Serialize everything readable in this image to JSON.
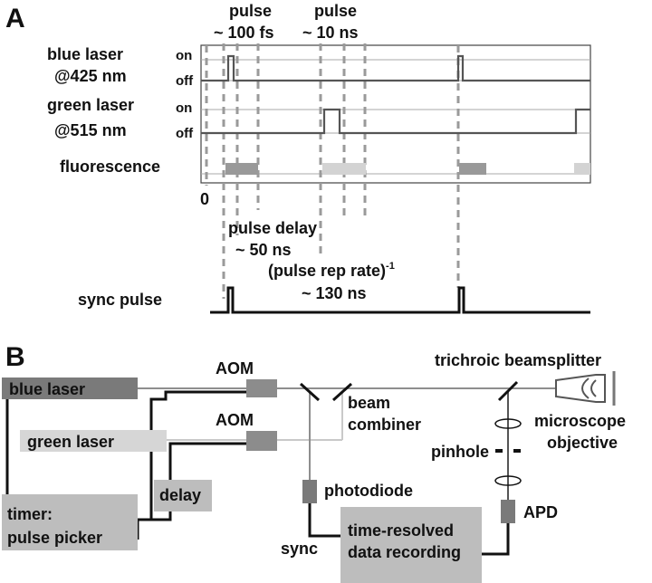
{
  "panel_a": {
    "letter": "A",
    "blue_laser_label": "blue laser",
    "blue_laser_wavelength": "@425 nm",
    "green_laser_label": "green laser",
    "green_laser_wavelength": "@515 nm",
    "on_label": "on",
    "off_label": "off",
    "fluorescence_label": "fluorescence",
    "zero_label": "0",
    "pulse_fs_title": "pulse",
    "pulse_fs_value": "~ 100 fs",
    "pulse_ns_title": "pulse",
    "pulse_ns_value": "~ 10 ns",
    "pulse_delay_title": "pulse delay",
    "pulse_delay_value": "~ 50 ns",
    "rep_rate_title": "(pulse rep rate)",
    "rep_rate_exponent": "-1",
    "rep_rate_value": "~ 130 ns",
    "sync_pulse_label": "sync pulse"
  },
  "panel_b": {
    "letter": "B",
    "blue_laser": "blue laser",
    "green_laser": "green laser",
    "aom_top": "AOM",
    "aom_bottom": "AOM",
    "beam_combiner_line1": "beam",
    "beam_combiner_line2": "combiner",
    "trichroic": "trichroic beamsplitter",
    "objective_line1": "microscope",
    "objective_line2": "objective",
    "pinhole": "pinhole",
    "photodiode": "photodiode",
    "apd": "APD",
    "delay": "delay",
    "timer_line1": "timer:",
    "timer_line2": "pulse picker",
    "sync": "sync",
    "recording_line1": "time-resolved",
    "recording_line2": "data recording"
  },
  "colors": {
    "blue_laser_box": "#7a7a7a",
    "green_laser_box": "#d6d6d6",
    "aom_box": "#8c8c8c",
    "timer_box": "#bdbdbd",
    "fluorescence_blue": "#999999",
    "fluorescence_green": "#d3d3d3"
  }
}
